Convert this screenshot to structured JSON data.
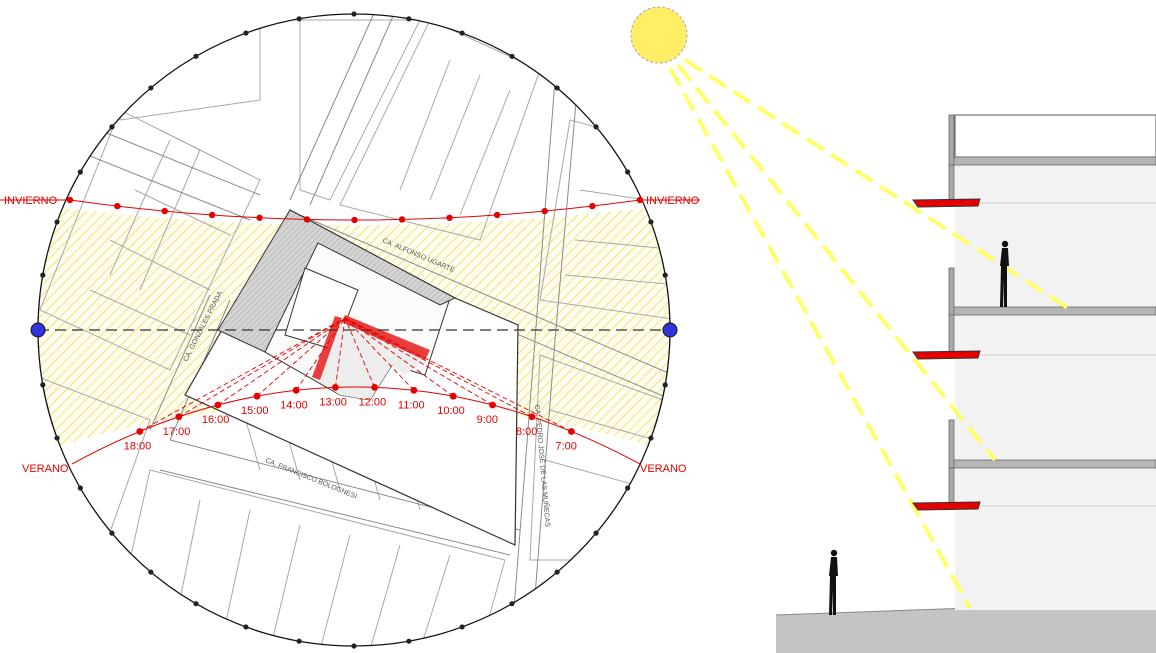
{
  "colors": {
    "path": "#e60000",
    "sun": "#ffee66",
    "ray": "#ffff66",
    "axis_dot": "#3333dd",
    "hatch": "#f2e27a",
    "slab": "#b5b5b5",
    "ground": "#c4c4c4"
  },
  "site_plan": {
    "path_labels": {
      "winter_left": "INVIERNO",
      "winter_right": "INVIERNO",
      "summer_left": "VERANO",
      "summer_right": "VERANO"
    },
    "hours": [
      "18:00",
      "17:00",
      "16:00",
      "15:00",
      "14:00",
      "13:00",
      "12:00",
      "11:00",
      "10:00",
      "9:00",
      "8:00",
      "7:00"
    ],
    "streets": {
      "north": "CA. ALFONSO UGARTE",
      "west": "CA. GONZALES PRADA",
      "south": "CA. FRANCISCO BOLOGNESI",
      "east": "CA. PEDRO JOSÉ DE LAS MUÑECAS"
    }
  },
  "section": {
    "icons": [
      "sun-icon",
      "person-icon",
      "louver-icon"
    ]
  }
}
